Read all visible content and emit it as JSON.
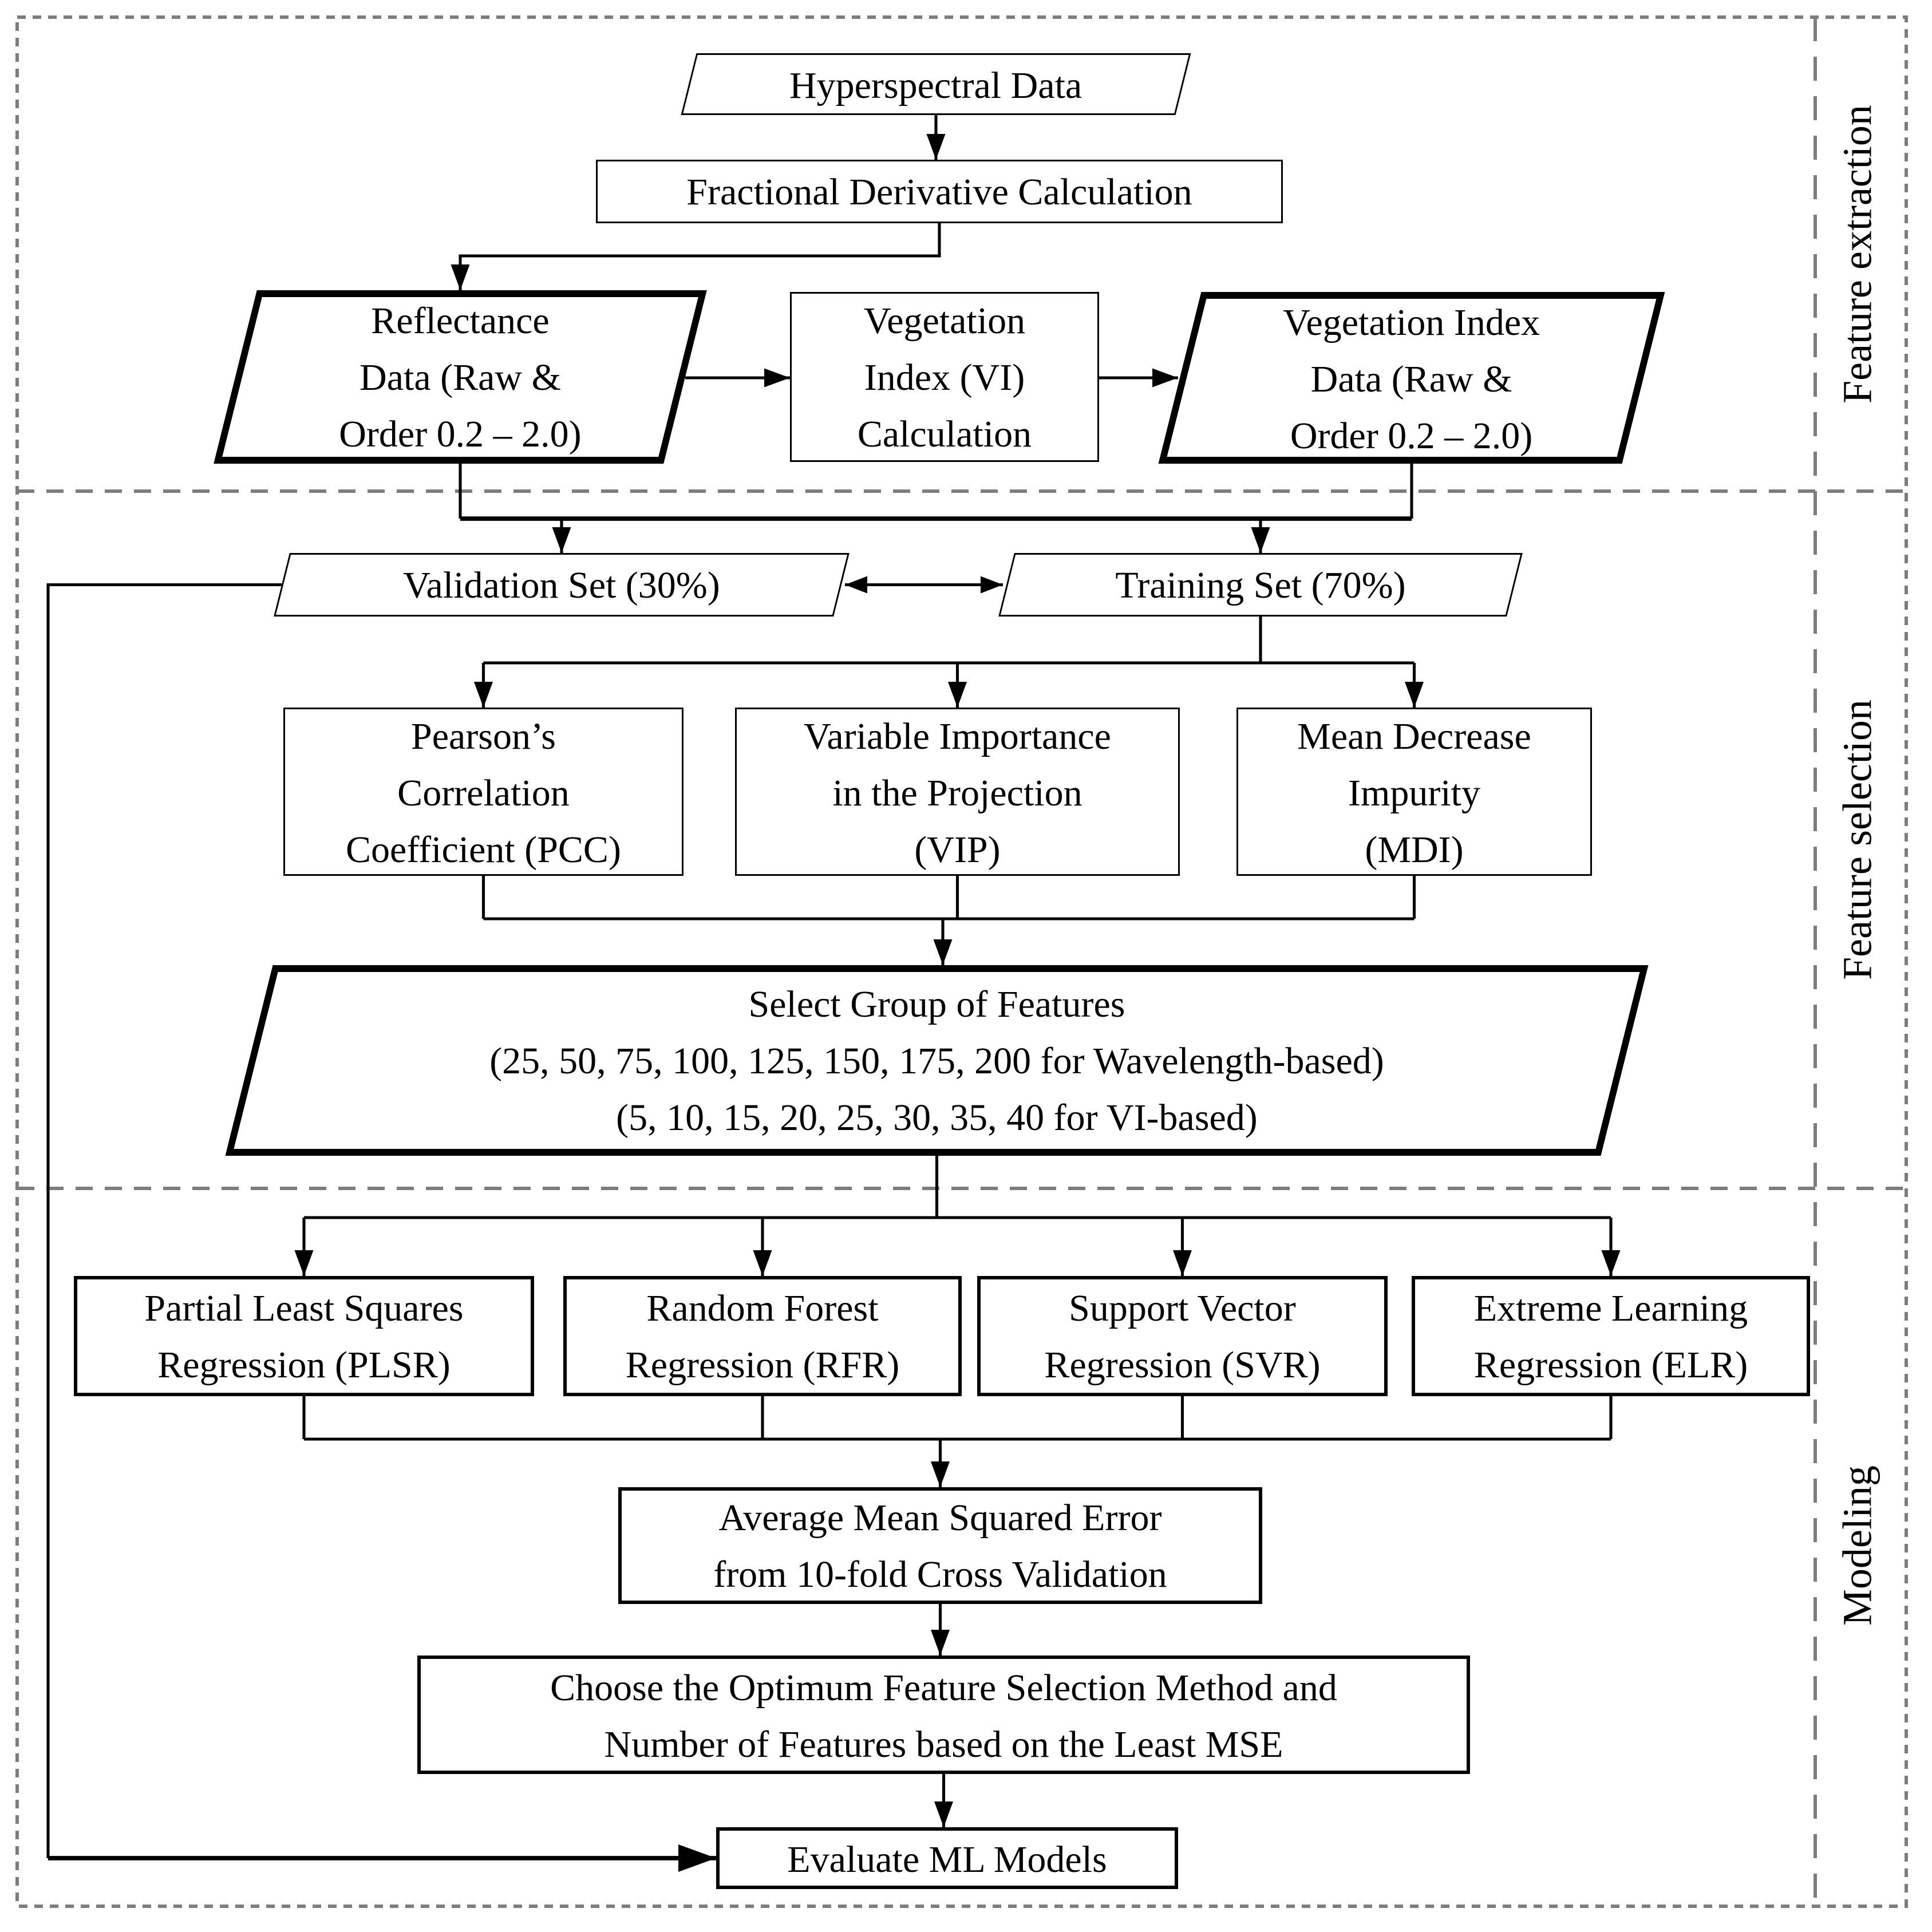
{
  "figure_type": "flowchart",
  "colors": {
    "ink": "#000000",
    "dashed_frame": "#7d7d7d",
    "background": "#ffffff"
  },
  "sections": [
    {
      "label": "Feature extraction"
    },
    {
      "label": "Feature selection"
    },
    {
      "label": "Modeling"
    }
  ],
  "nodes": {
    "hyperspectral": {
      "shape": "parallelogram",
      "lines": [
        "Hyperspectral Data"
      ]
    },
    "fractional": {
      "shape": "rectangle",
      "lines": [
        "Fractional Derivative Calculation"
      ]
    },
    "reflectance": {
      "shape": "parallelogram-bold",
      "lines": [
        "Reflectance",
        "Data (Raw &",
        "Order 0.2 – 2.0)"
      ]
    },
    "vi_calculation": {
      "shape": "rectangle",
      "lines": [
        "Vegetation",
        "Index (VI)",
        "Calculation"
      ]
    },
    "vi_data": {
      "shape": "parallelogram-bold",
      "lines": [
        "Vegetation Index",
        "Data (Raw &",
        "Order 0.2 – 2.0)"
      ]
    },
    "validation_set": {
      "shape": "parallelogram",
      "lines": [
        "Validation Set (30%)"
      ]
    },
    "training_set": {
      "shape": "parallelogram",
      "lines": [
        "Training Set (70%)"
      ]
    },
    "pcc": {
      "shape": "rectangle",
      "lines": [
        "Pearson’s",
        "Correlation",
        "Coefficient (PCC)"
      ]
    },
    "vip": {
      "shape": "rectangle",
      "lines": [
        "Variable Importance",
        "in the Projection",
        "(VIP)"
      ]
    },
    "mdi": {
      "shape": "rectangle",
      "lines": [
        "Mean Decrease",
        "Impurity",
        "(MDI)"
      ]
    },
    "select_features": {
      "shape": "parallelogram-bold",
      "lines": [
        "Select Group of Features",
        "(25, 50, 75, 100, 125, 150, 175, 200 for Wavelength-based)",
        "(5, 10, 15, 20, 25, 30, 35, 40 for VI-based)"
      ]
    },
    "plsr": {
      "shape": "rectangle",
      "lines": [
        "Partial Least Squares",
        "Regression (PLSR)"
      ]
    },
    "rfr": {
      "shape": "rectangle",
      "lines": [
        "Random Forest",
        "Regression (RFR)"
      ]
    },
    "svr": {
      "shape": "rectangle",
      "lines": [
        "Support Vector",
        "Regression (SVR)"
      ]
    },
    "elr": {
      "shape": "rectangle",
      "lines": [
        "Extreme Learning",
        "Regression (ELR)"
      ]
    },
    "avg_mse": {
      "shape": "rectangle",
      "lines": [
        "Average Mean Squared Error",
        "from 10-fold Cross Validation"
      ]
    },
    "choose_optimum": {
      "shape": "rectangle",
      "lines": [
        "Choose the Optimum Feature Selection Method and",
        "Number of Features based on the Least MSE"
      ]
    },
    "evaluate": {
      "shape": "rectangle",
      "lines": [
        "Evaluate ML Models"
      ]
    }
  }
}
